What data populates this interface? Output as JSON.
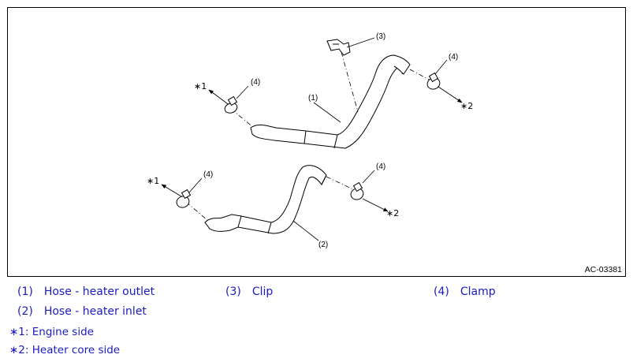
{
  "diagram": {
    "figure_id": "AC-03381",
    "callouts": {
      "top_1": "(1)",
      "top_3": "(3)",
      "top_4_left": "(4)",
      "top_4_right": "(4)",
      "bot_2": "(2)",
      "bot_4_left": "(4)",
      "bot_4_right": "(4)"
    },
    "markers": {
      "star_1_top": "∗1",
      "star_2_top": "∗2",
      "star_1_bot": "∗1",
      "star_2_bot": "∗2"
    }
  },
  "legend": {
    "items": [
      {
        "num": "(1)",
        "label": "Hose - heater outlet"
      },
      {
        "num": "(2)",
        "label": "Hose - heater inlet"
      },
      {
        "num": "(3)",
        "label": "Clip"
      },
      {
        "num": "(4)",
        "label": "Clamp"
      }
    ]
  },
  "notes": [
    "∗1: Engine side",
    "∗2: Heater core side"
  ]
}
